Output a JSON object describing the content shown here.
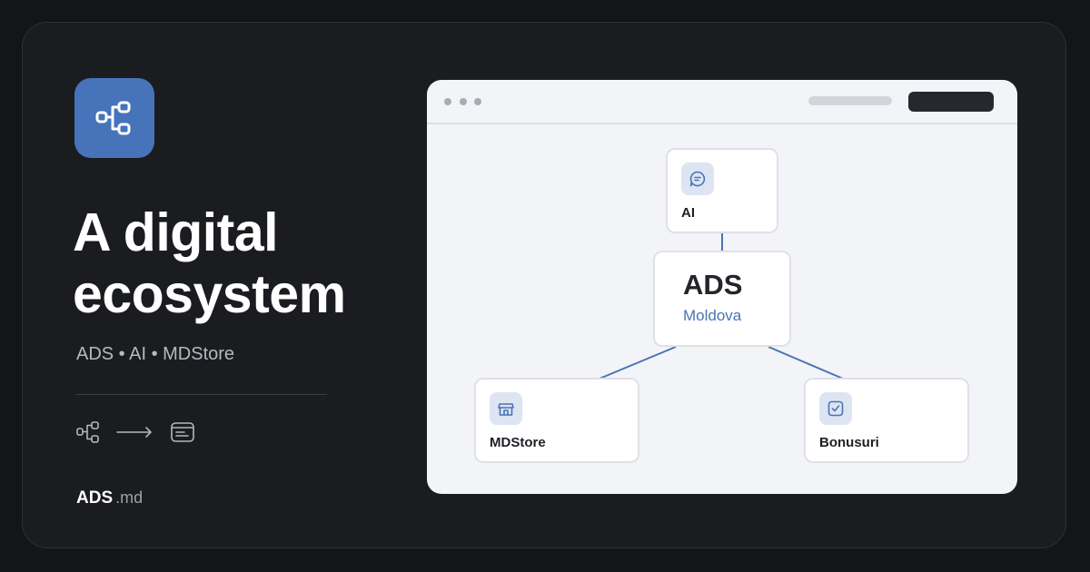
{
  "hero": {
    "headline": "A digital ecosystem",
    "tagline": "ADS • AI • MDStore",
    "brand_name": "ADS",
    "brand_suffix": ".md"
  },
  "icons": {
    "app": "network-tree-icon",
    "flow": [
      "network-tree-icon",
      "arrow-right-icon",
      "browser-window-icon"
    ]
  },
  "colors": {
    "background": "#141518",
    "card": "#1b1c20",
    "accent": "#4773ba",
    "window": "#f3f4f8",
    "node_border": "#dfe1e6",
    "link": "#4a74b4"
  },
  "diagram": {
    "hub": {
      "title": "ADS",
      "subtitle": "Moldova"
    },
    "nodes": [
      {
        "label": "AI",
        "icon": "chat-bubble-icon"
      },
      {
        "label": "MDStore",
        "icon": "store-icon"
      },
      {
        "label": "Bonusuri",
        "icon": "checkbox-icon"
      }
    ]
  }
}
